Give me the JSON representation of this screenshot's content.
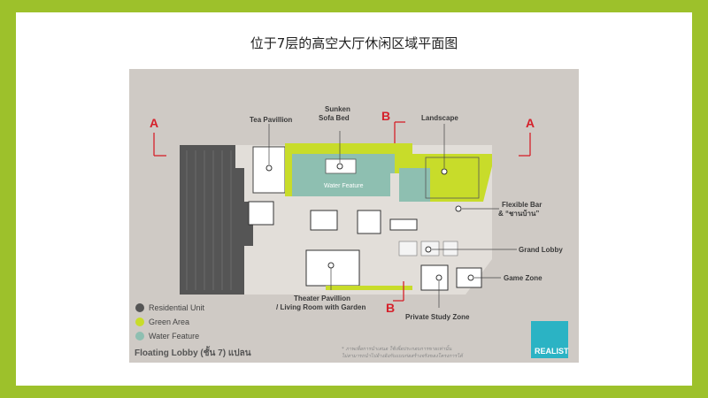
{
  "page": {
    "title": "位于7层的高空大厅休闲区域平面图"
  },
  "plan": {
    "labels": {
      "tea_pavillion": "Tea Pavillion",
      "sunken_1": "Sunken",
      "sunken_2": "Sofa Bed",
      "landscape": "Landscape",
      "flexible_bar_1": "Flexible Bar",
      "flexible_bar_2": "& “ชานบ้าน”",
      "grand_lobby": "Grand Lobby",
      "game_zone": "Game Zone",
      "theater_1": "Theater Pavillion",
      "theater_2": "/ Living Room with Garden",
      "private_study": "Private Study Zone",
      "water_feature": "Water Feature"
    },
    "section_markers": {
      "a_left": "A",
      "a_right": "A",
      "b_top": "B",
      "b_bottom": "B"
    },
    "legend": [
      {
        "label": "Residential Unit",
        "color": "#555555"
      },
      {
        "label": "Green Area",
        "color": "#c8dc2a"
      },
      {
        "label": "Water Feature",
        "color": "#8ebfb1"
      }
    ],
    "caption": "Floating Lobby (ชั้น 7) แปลน",
    "note_line_1": "* ภาพเพื่อการนำเสนอ ใช้เพื่อประกอบการขายเท่านั้น",
    "note_line_2": "ไม่สามารถนำไปอ้างอิงกับแบบก่อสร้างจริงของโครงการได้",
    "logo": "REALIST"
  },
  "colors": {
    "frame": "#9dc12b",
    "plan_bg": "#cfcac5",
    "residential": "#555555",
    "green": "#c8dc2a",
    "water": "#8ebfb1",
    "marker": "#d5202a",
    "logo_bg": "#2bb3c4"
  }
}
